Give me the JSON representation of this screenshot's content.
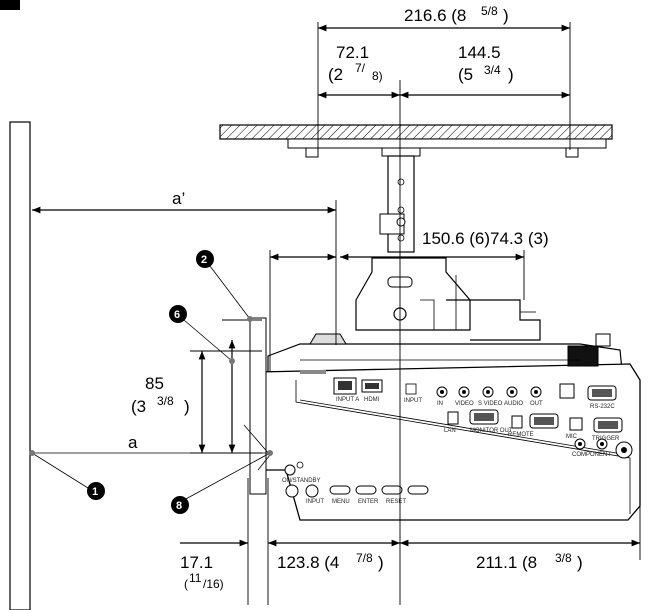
{
  "corner_mark": "",
  "dimensions": {
    "top_total_main": "216.6 (8",
    "top_total_frac": "5/8",
    "top_total_close": ")",
    "left_mount_value": "72.1",
    "left_mount_inch_open": "(2",
    "left_mount_inch_frac": "7/",
    "left_mount_inch_close": "8)",
    "right_mount_value": "144.5",
    "right_mount_inch_open": "(5",
    "right_mount_inch_frac": "3/4",
    "right_mount_inch_close": ")",
    "a_prime": "a’",
    "a": "a",
    "middle": "150.6 (6)74.3 (3)",
    "height_value": "85",
    "height_inch_open": "(3",
    "height_inch_frac": "3/8",
    "height_inch_close": ")",
    "bottom_left_value": "17.1",
    "bottom_left_inch_open": "(",
    "bottom_left_inch_frac1": "11",
    "bottom_left_inch_frac2": "/16)",
    "bottom_mid_main": "123.8 (4",
    "bottom_mid_frac": "7/8",
    "bottom_mid_close": ")",
    "bottom_right_main": "211.1 (8",
    "bottom_right_frac": "3/8",
    "bottom_right_close": ")"
  },
  "callouts": {
    "c1": "1",
    "c2": "2",
    "c6": "6",
    "c8": "8"
  },
  "panel_labels": {
    "l1": "INPUT A",
    "l2": "HDMI",
    "l3": "INPUT",
    "l4": "IN",
    "l5": "VIDEO",
    "l6": "S VIDEO",
    "l7": "AUDIO",
    "l8": "OUT",
    "l9": "RS-232C",
    "l10": "LAN",
    "l11": "MONITOR OUT",
    "l12": "REMOTE",
    "l13": "MIC",
    "l14": "TRIGGER",
    "l15": "COMPONENT",
    "l16": "ON/STANDBY",
    "l17": "INPUT",
    "l18": "MENU",
    "l19": "ENTER",
    "l20": "RESET"
  }
}
